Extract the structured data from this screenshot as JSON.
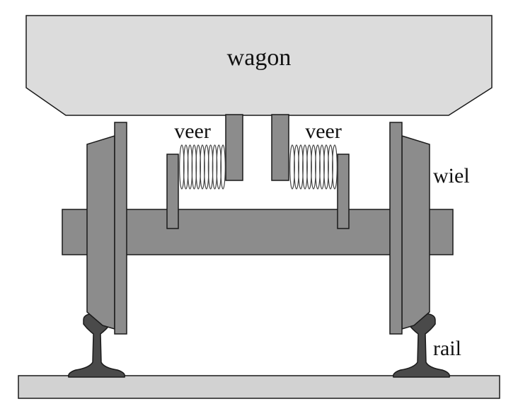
{
  "labels": {
    "wagon": "wagon",
    "spring_left": "veer",
    "spring_right": "veer",
    "wheel": "wiel",
    "rail": "rail"
  },
  "colors": {
    "wagon_fill": "#dcdcdc",
    "part_fill": "#8c8c8c",
    "rail_fill": "#4a4a4a",
    "ground_fill": "#d2d2d2",
    "outline": "#1a1a1a",
    "spring": "#444444"
  }
}
